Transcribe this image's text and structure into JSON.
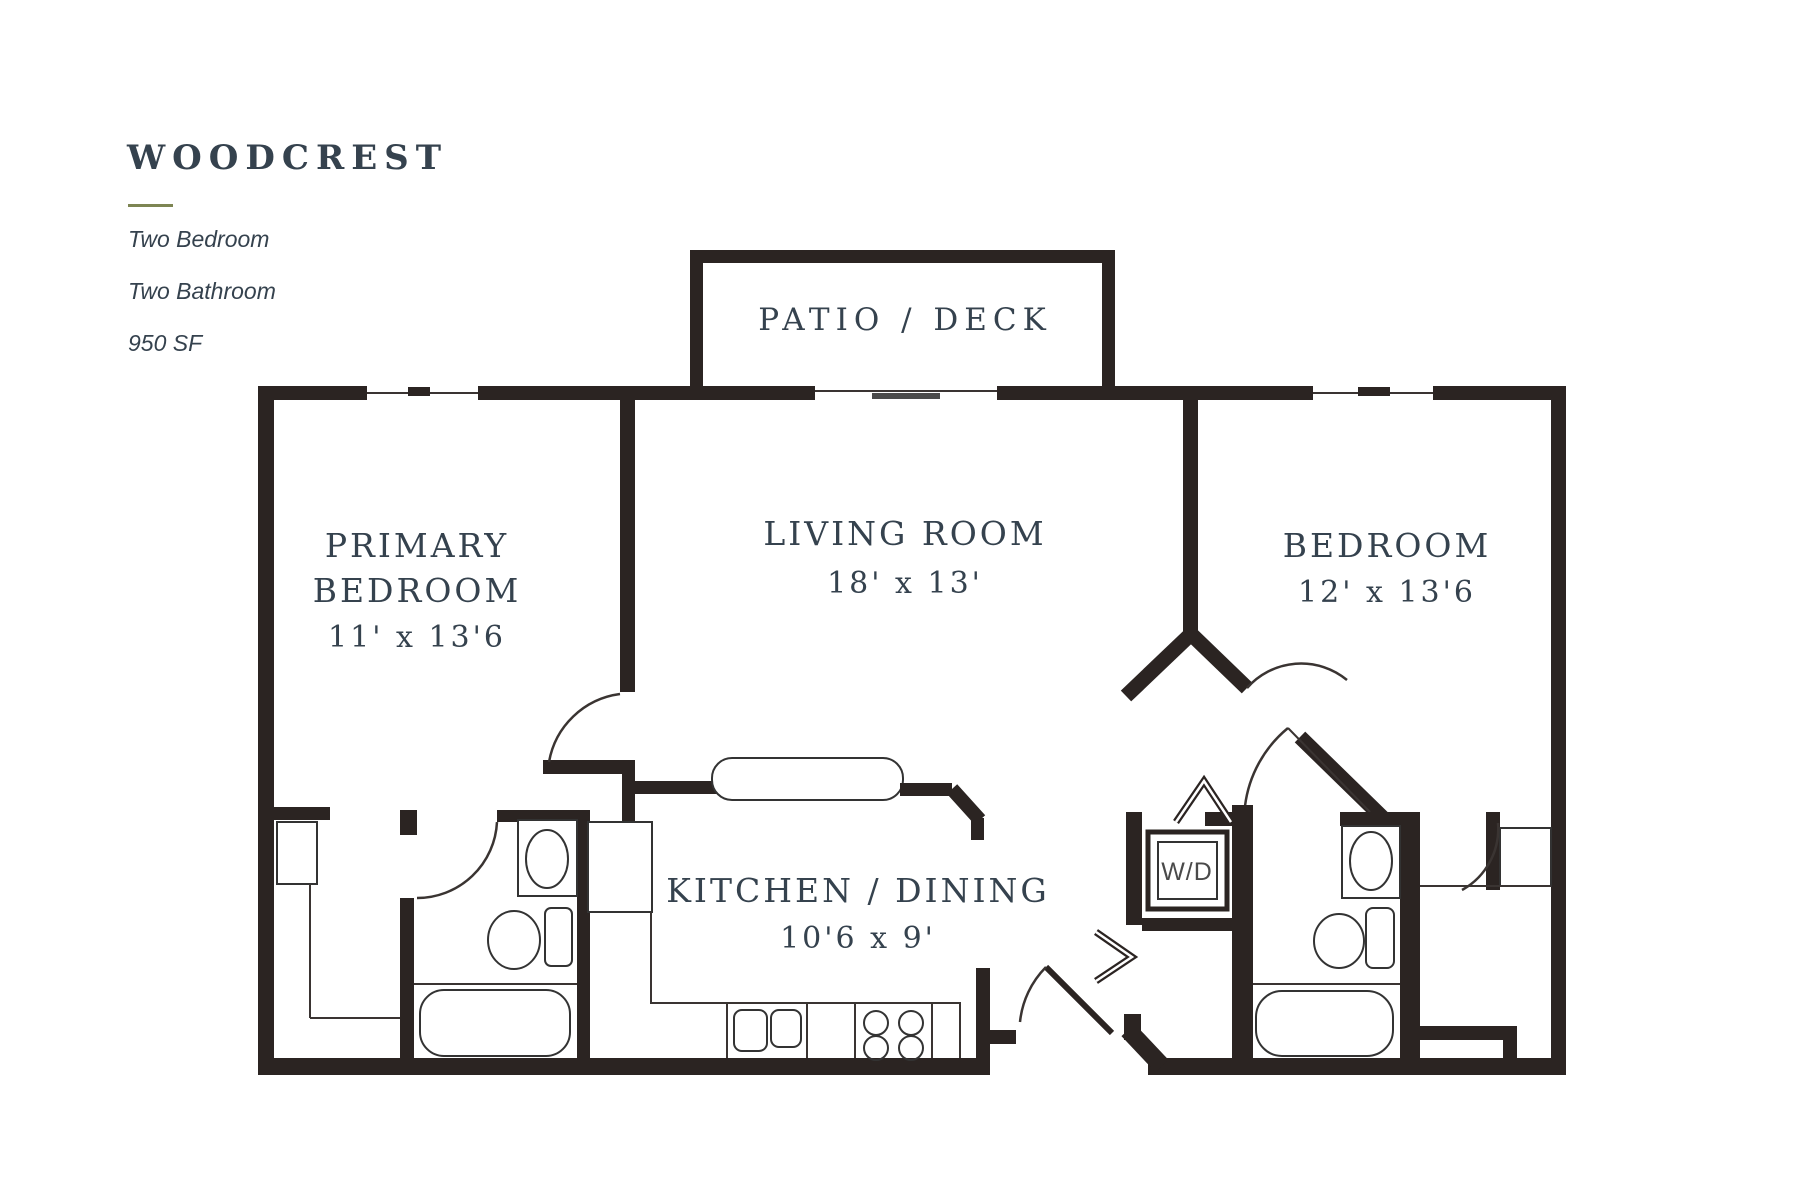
{
  "header": {
    "title": "WOODCREST",
    "specs": [
      "Two Bedroom",
      "Two Bathroom",
      "950 SF"
    ]
  },
  "rooms": {
    "patio": {
      "label": "PATIO / DECK"
    },
    "living": {
      "label": "LIVING ROOM",
      "dims": "18' x 13'"
    },
    "primary": {
      "label_line1": "PRIMARY",
      "label_line2": "BEDROOM",
      "dims": "11' x 13'6"
    },
    "bedroom": {
      "label": "BEDROOM",
      "dims": "12' x 13'6"
    },
    "kitchen": {
      "label": "KITCHEN / DINING",
      "dims": "10'6 x 9'"
    },
    "laundry": {
      "label": "W/D"
    }
  },
  "colors": {
    "wall": "#2b2422",
    "text": "#35424e",
    "accent": "#7d8553",
    "fixture": "#333333",
    "wd_text": "#4a4a4a"
  }
}
